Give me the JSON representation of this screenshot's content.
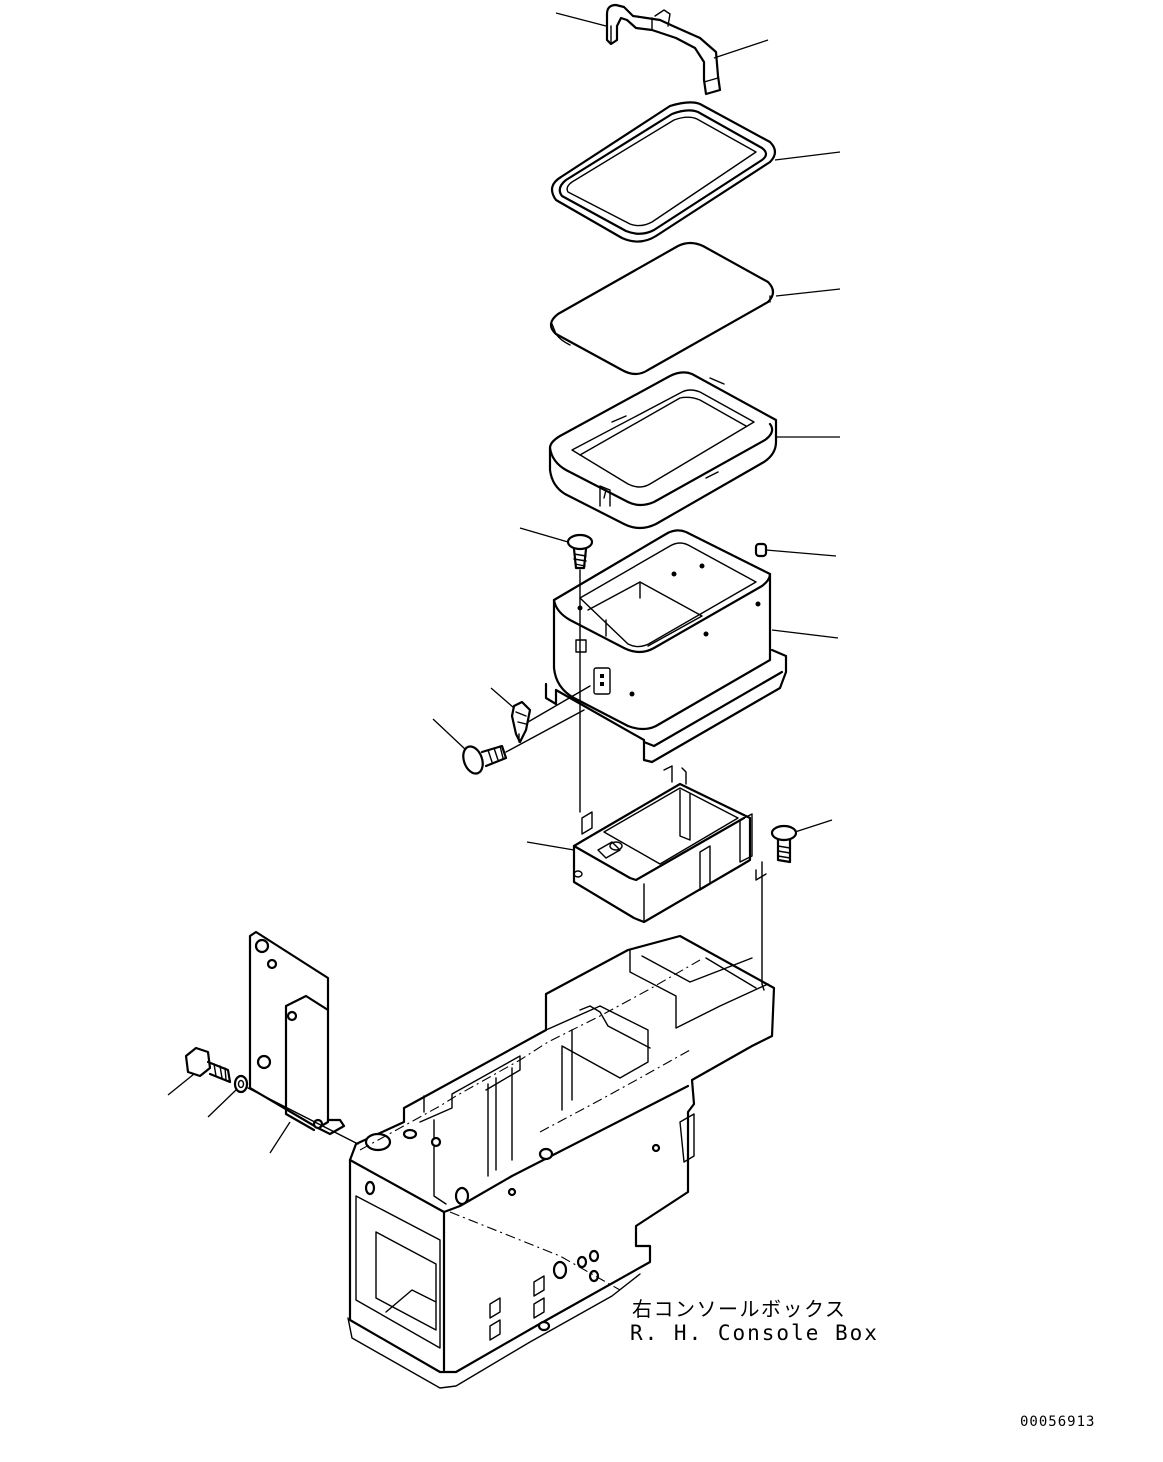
{
  "title_jp": "右コンソールボックス",
  "title_en": "R. H. Console Box",
  "drawing_number": "00056913",
  "parts": [
    {
      "id": "strap",
      "icon": "strap-icon"
    },
    {
      "id": "seal-frame",
      "icon": "rounded-frame-icon"
    },
    {
      "id": "lid-pad",
      "icon": "pad-icon"
    },
    {
      "id": "inner-tray",
      "icon": "tray-icon"
    },
    {
      "id": "grommet",
      "icon": "grommet-icon"
    },
    {
      "id": "cover",
      "icon": "box-icon"
    },
    {
      "id": "screw-upper",
      "icon": "screw-icon"
    },
    {
      "id": "latch",
      "icon": "latch-icon"
    },
    {
      "id": "screw-side",
      "icon": "screw-icon"
    },
    {
      "id": "bracket",
      "icon": "bracket-icon"
    },
    {
      "id": "screw-right",
      "icon": "screw-icon"
    },
    {
      "id": "side-plate",
      "icon": "plate-icon"
    },
    {
      "id": "bolt",
      "icon": "bolt-icon"
    },
    {
      "id": "washer",
      "icon": "washer-icon"
    },
    {
      "id": "console-frame",
      "icon": "frame-icon"
    }
  ]
}
